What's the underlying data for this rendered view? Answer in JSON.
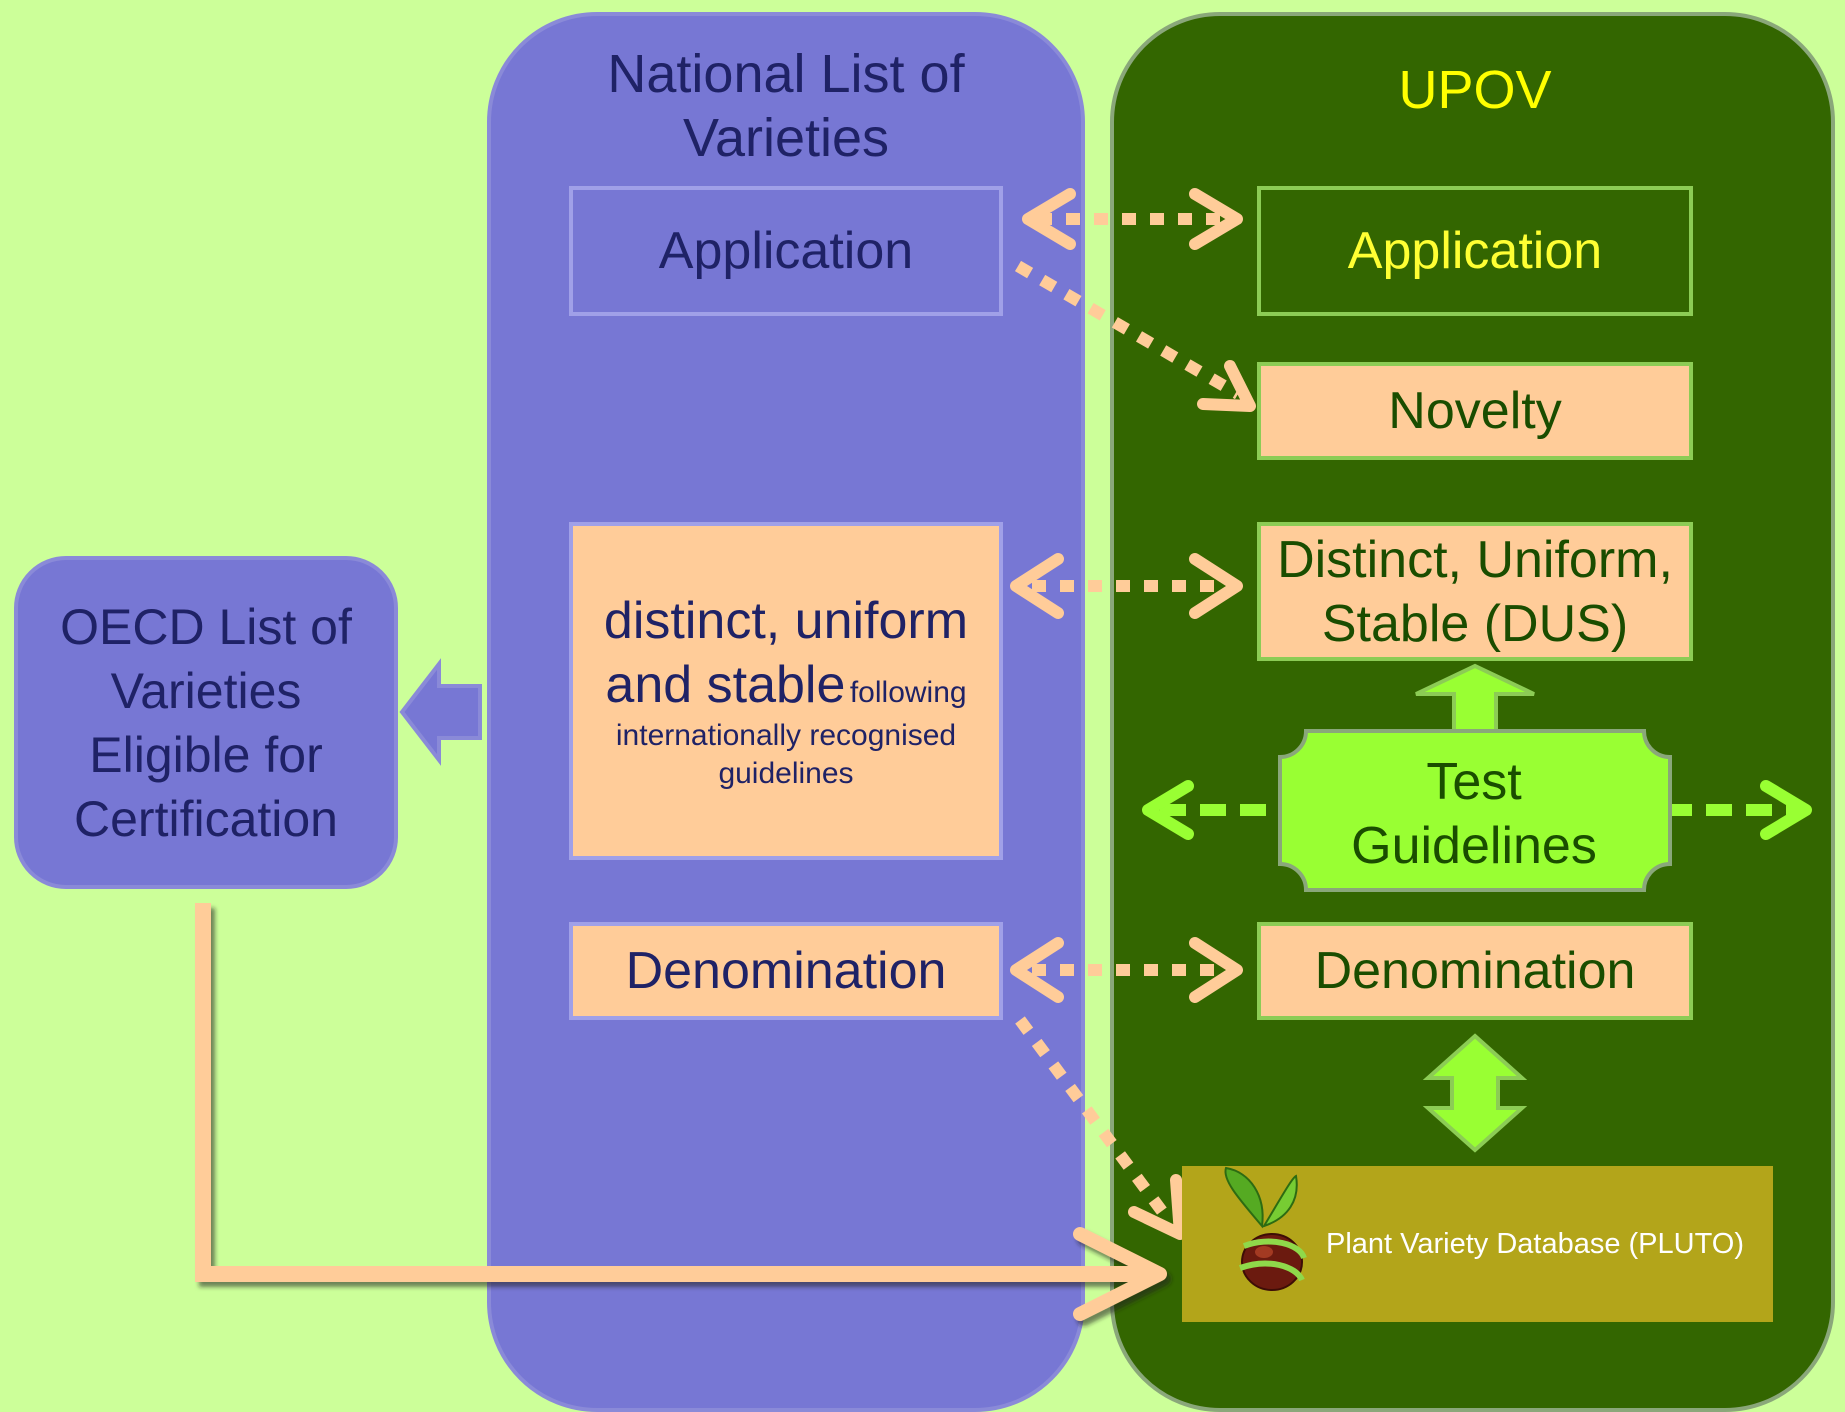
{
  "national": {
    "title_line1": "National List of",
    "title_line2": "Varieties",
    "application": "Application",
    "dus_big_1": "distinct, uniform",
    "dus_big_2": "and stable",
    "dus_small_1": "following",
    "dus_small_2": "internationally recognised",
    "dus_small_3": "guidelines",
    "denomination": "Denomination"
  },
  "upov": {
    "title": "UPOV",
    "application": "Application",
    "novelty": "Novelty",
    "dus_line1": "Distinct, Uniform,",
    "dus_line2": "Stable (DUS)",
    "test_line1": "Test",
    "test_line2": "Guidelines",
    "denomination": "Denomination"
  },
  "oecd": {
    "line1": "OECD List of",
    "line2": "Varieties",
    "line3": "Eligible for",
    "line4": "Certification"
  },
  "pluto": {
    "label": "Plant Variety Database (PLUTO)"
  },
  "colors": {
    "background": "#ccff99",
    "national": "#7777d4",
    "upov": "#336600",
    "peach": "#ffcc99",
    "lime": "#99ff33",
    "pluto": "#b3a51a"
  }
}
